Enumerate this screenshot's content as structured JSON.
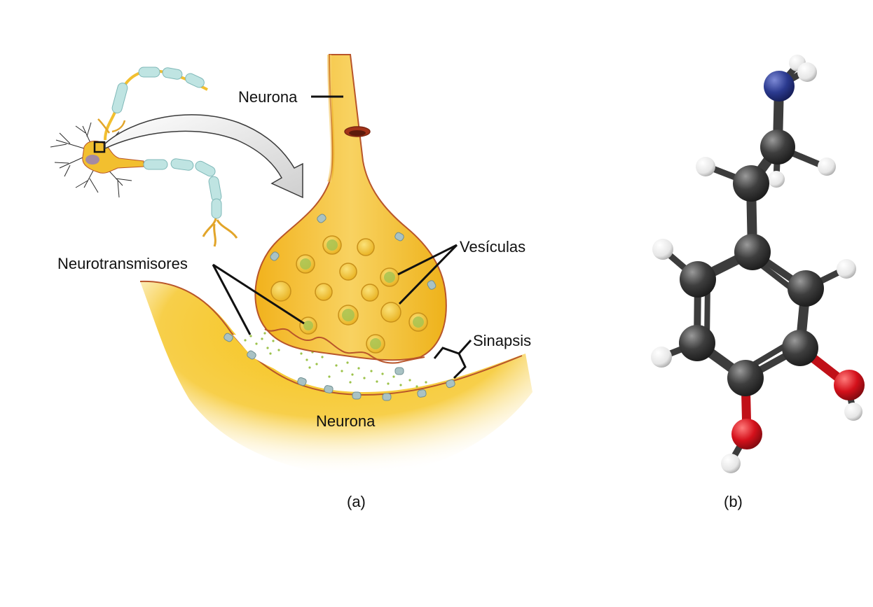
{
  "panel_a": {
    "labels": {
      "neuron_top": "Neurona",
      "vesicles": "Vesículas",
      "neurotransmitters": "Neurotransmisores",
      "synapse": "Sinapsis",
      "neuron_bottom": "Neurona"
    },
    "caption": "(a)"
  },
  "panel_b": {
    "caption": "(b)",
    "atom_colors": {
      "carbon": "#3a3a3a",
      "hydrogen": "#f2f2f2",
      "nitrogen": "#2b3a8f",
      "oxygen": "#d4111b"
    }
  }
}
